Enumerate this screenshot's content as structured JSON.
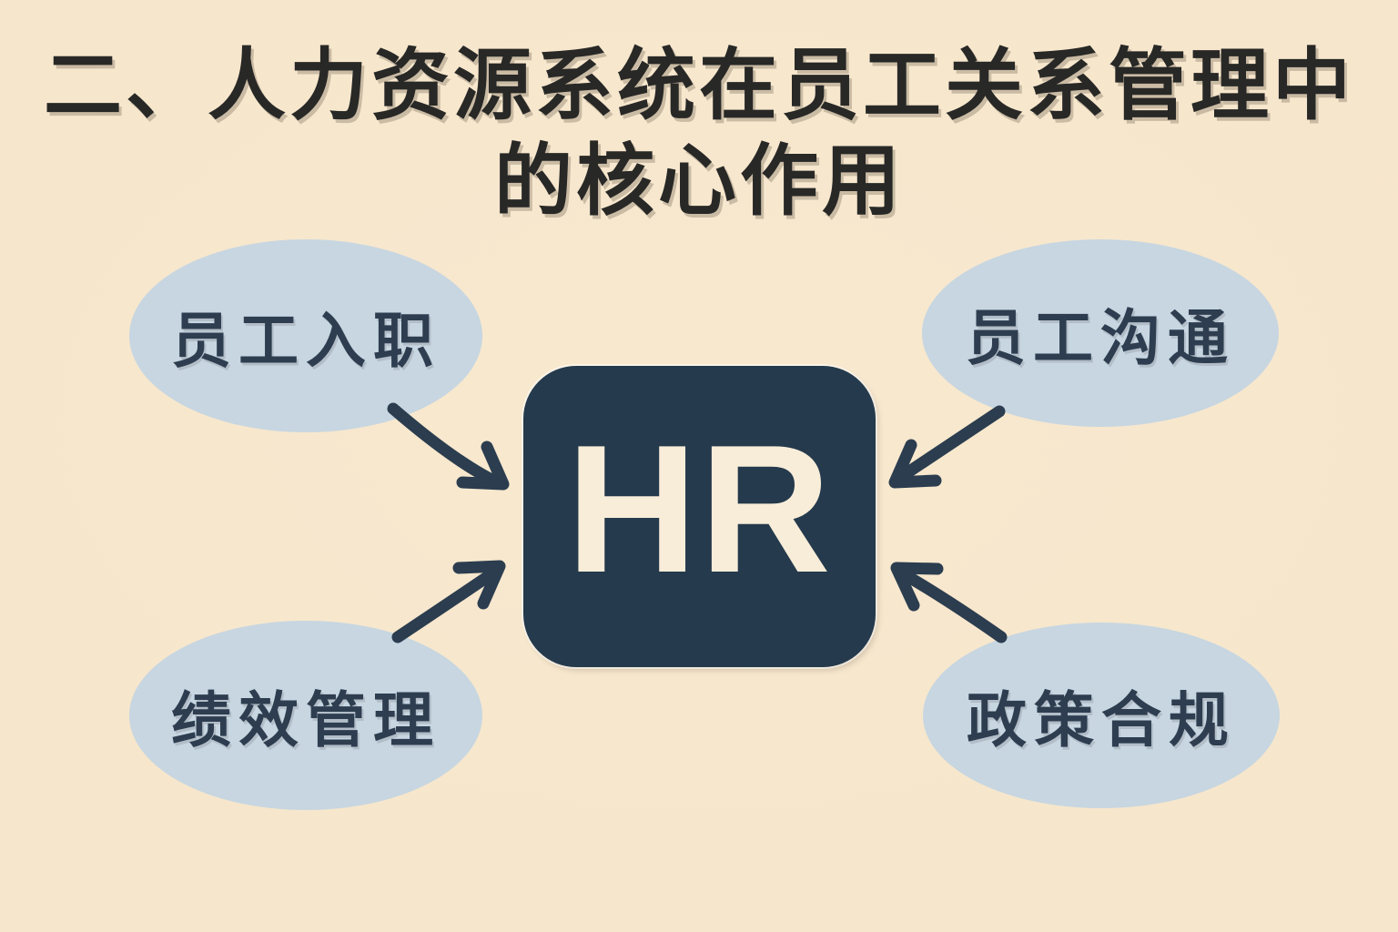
{
  "title": {
    "line1": "二、人力资源系统在员工关系管理中",
    "line2": "的核心作用"
  },
  "center": {
    "label": "HR"
  },
  "nodes": [
    {
      "id": "onboarding",
      "label": "员工入职",
      "position": "top-left"
    },
    {
      "id": "communication",
      "label": "员工沟通",
      "position": "top-right"
    },
    {
      "id": "performance",
      "label": "绩效管理",
      "position": "bottom-left"
    },
    {
      "id": "compliance",
      "label": "政策合规",
      "position": "bottom-right"
    }
  ],
  "arrows": [
    {
      "from": "onboarding",
      "to": "HR"
    },
    {
      "from": "communication",
      "to": "HR"
    },
    {
      "from": "performance",
      "to": "HR"
    },
    {
      "from": "compliance",
      "to": "HR"
    }
  ],
  "colors": {
    "background": "#f7e8cf",
    "ellipse_fill": "#c7d6e1",
    "navy": "#253a4c",
    "arrow": "#2b3d4f",
    "title_text": "#282826",
    "node_text": "#2e3e50",
    "hr_text": "#f8edd9"
  }
}
